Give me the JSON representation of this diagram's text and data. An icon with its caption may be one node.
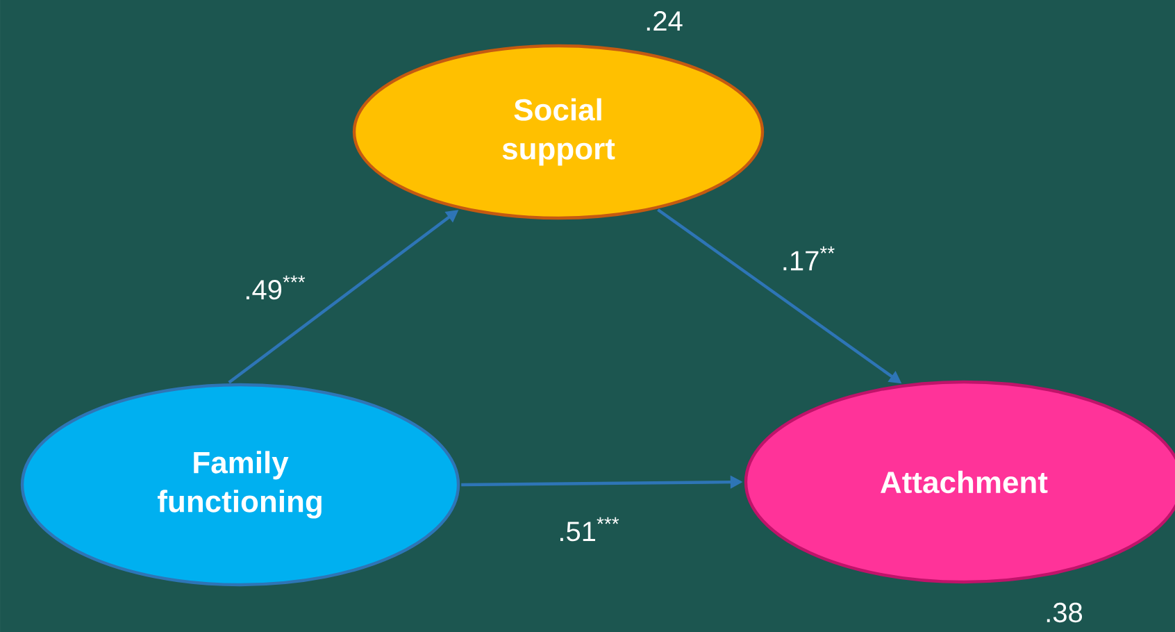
{
  "diagram": {
    "nodes": [
      {
        "text": [
          "Social support"
        ],
        "beside": [
          ".24"
        ]
      },
      {
        "text": [
          "Family functioning"
        ]
      },
      {
        "text": [
          "Attachment"
        ],
        "beside": [
          ".38"
        ]
      }
    ],
    "edges": [
      {
        "from": 1,
        "to": 0,
        "arrow": "to",
        "label": ".49$^{***}$"
      },
      {
        "from": 0,
        "to": 2,
        "arrow": "to",
        "label": ".17$^{**}$"
      },
      {
        "from": 1,
        "to": 2,
        "arrow": "to",
        "label": ".51$^{***}$"
      }
    ]
  }
}
